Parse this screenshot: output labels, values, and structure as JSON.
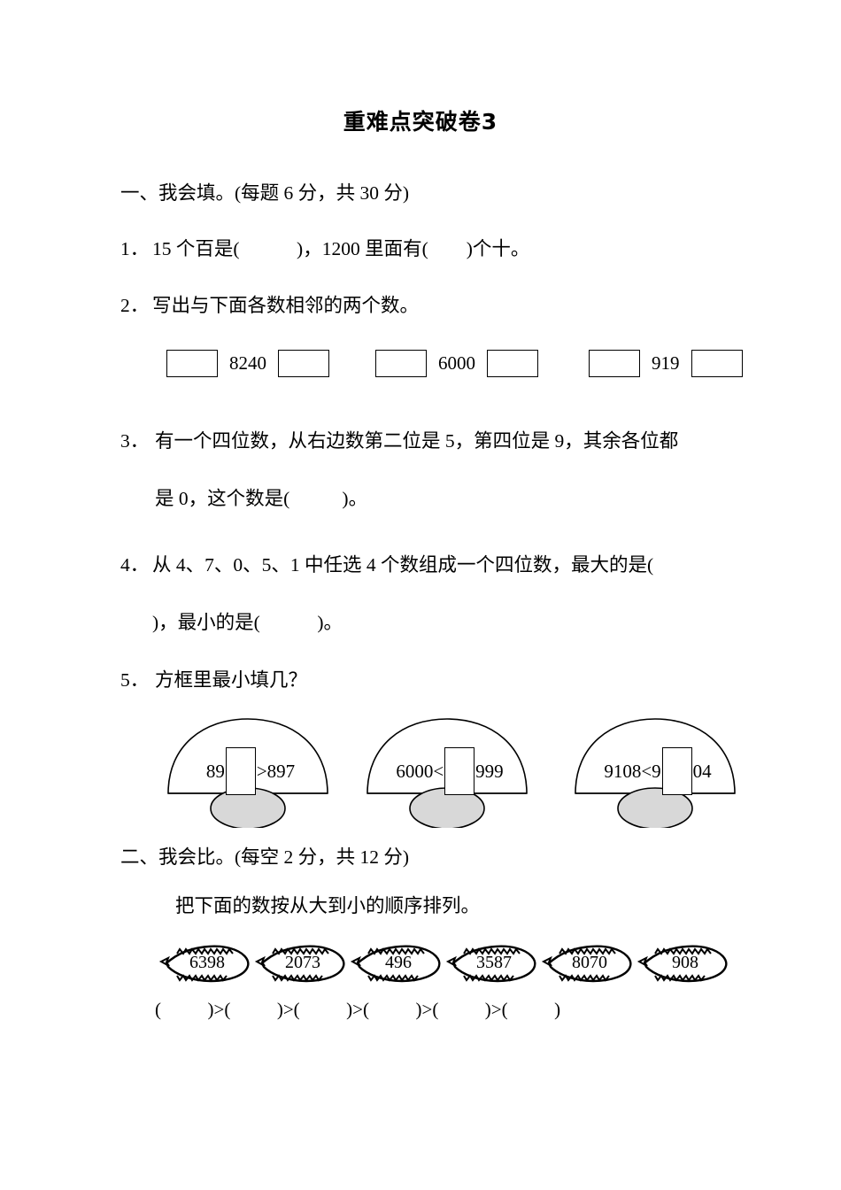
{
  "title": "重难点突破卷3",
  "sections": [
    {
      "heading": "一、我会填。(每题 6 分，共 30 分)",
      "questions": [
        {
          "number": "1．",
          "text": "15 个百是(            )，1200 里面有(        )个十。"
        },
        {
          "number": "2．",
          "text": "写出与下面各数相邻的两个数。"
        },
        {
          "number": "3．",
          "line1": "有一个四位数，从右边数第二位是 5，第四位是 9，其余各位都",
          "line2": "是 0，这个数是(           )。"
        },
        {
          "number": "4．",
          "line1": "从 4、7、0、5、1 中任选 4 个数组成一个四位数，最大的是(",
          "line2": ")，最小的是(            )。"
        },
        {
          "number": "5．",
          "text": "方框里最小填几？"
        }
      ]
    },
    {
      "heading": "二、我会比。(每空 2 分，共 12 分)",
      "instruction": "把下面的数按从大到小的顺序排列。"
    }
  ],
  "neighbor_numbers": [
    {
      "value": "8240",
      "left_blank": "",
      "right_blank": ""
    },
    {
      "value": "6000",
      "left_blank": "",
      "right_blank": ""
    },
    {
      "value": "919",
      "left_blank": "",
      "right_blank": ""
    }
  ],
  "mushrooms": [
    {
      "left_text": "89",
      "operator": ">",
      "right_text": "897",
      "box_position": "after-left",
      "box_value": ""
    },
    {
      "left_text": "6000",
      "operator": "<",
      "right_text": "999",
      "box_position": "after-operator",
      "box_value": ""
    },
    {
      "left_text": "9108",
      "operator": "<",
      "right_text": "9",
      "tail_text": "04",
      "box_position": "mid-right",
      "box_value": ""
    }
  ],
  "leaf_numbers": [
    "6398",
    "2073",
    "496",
    "3587",
    "8070",
    "908"
  ],
  "answer_row": {
    "blank_count": 6,
    "separator": ">",
    "open": "(",
    "close": ")",
    "text": "(          )>(          )>(          )>(          )>(          )>(          )"
  },
  "colors": {
    "ink": "#000000",
    "paper": "#ffffff",
    "stem_fill": "#d8d8d8"
  }
}
